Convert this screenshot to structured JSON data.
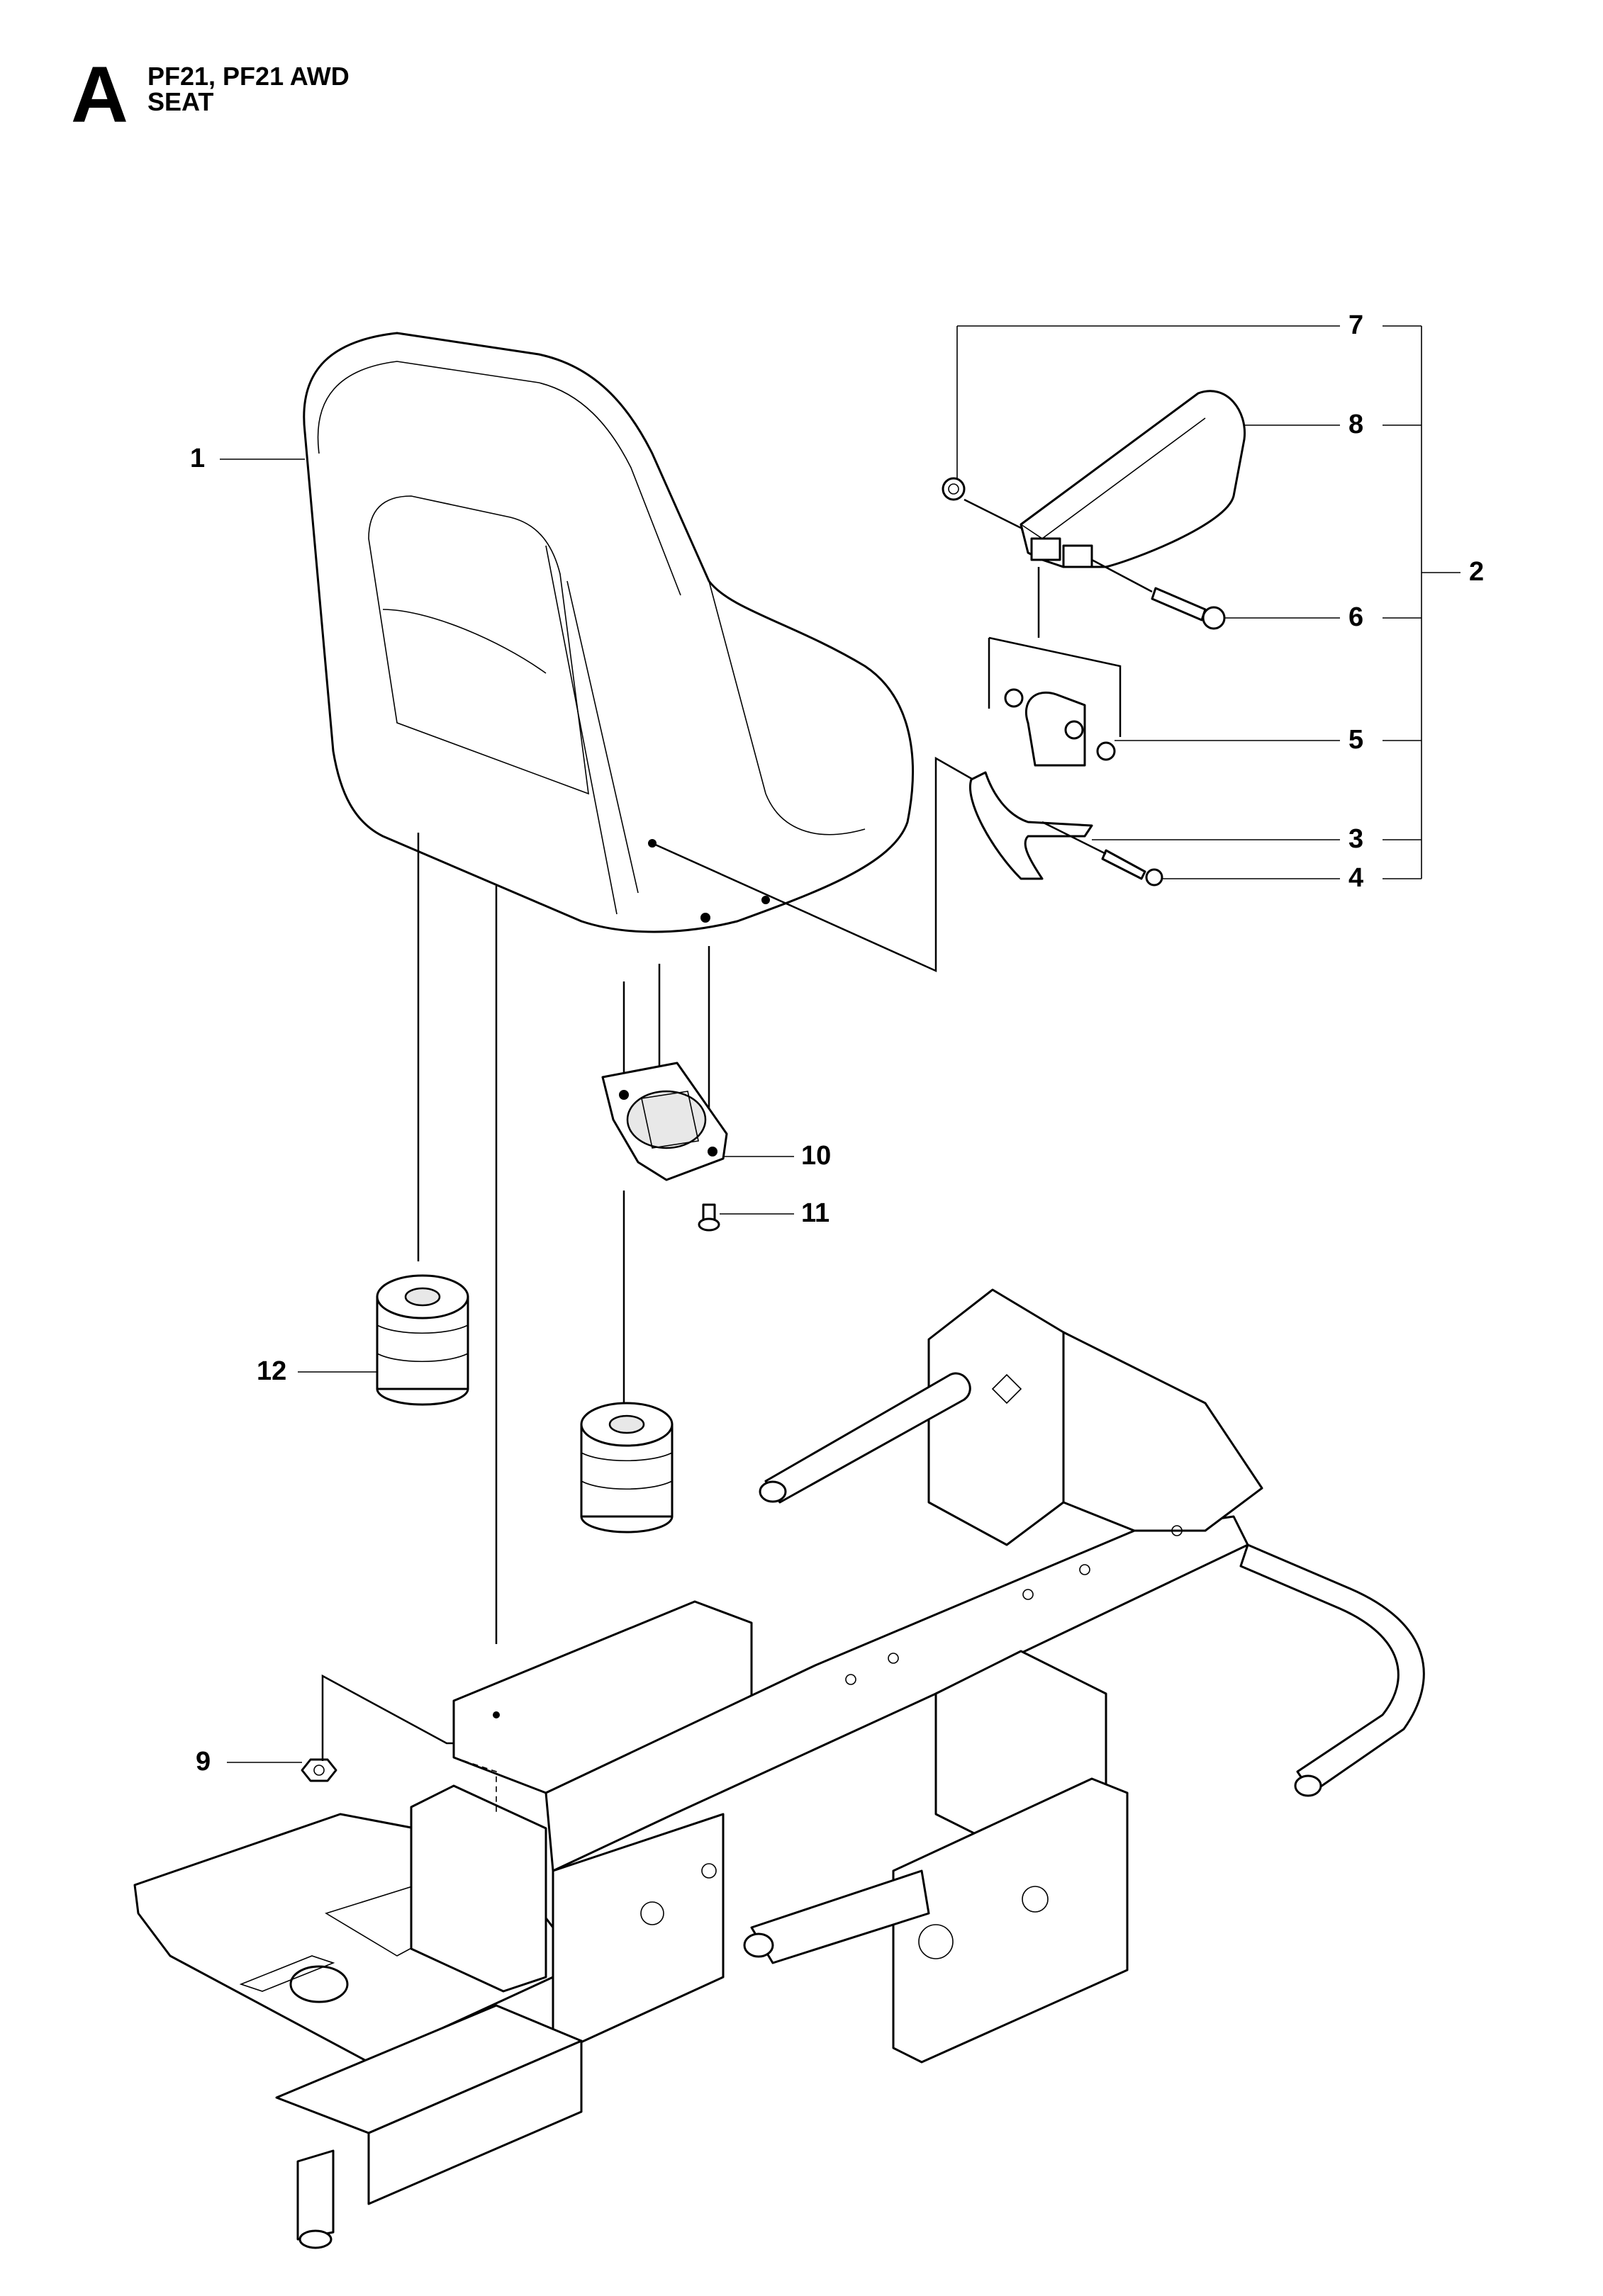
{
  "header": {
    "section_letter": "A",
    "model": "PF21, PF21 AWD",
    "assembly": "SEAT"
  },
  "callouts": {
    "c1": "1",
    "c2": "2",
    "c3": "3",
    "c4": "4",
    "c5": "5",
    "c6": "6",
    "c7": "7",
    "c8": "8",
    "c9": "9",
    "c10": "10",
    "c11": "11",
    "c12": "12"
  }
}
